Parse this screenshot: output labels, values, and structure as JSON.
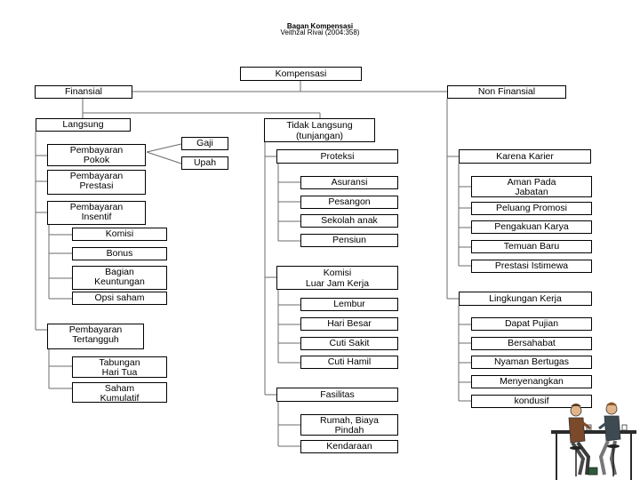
{
  "header": {
    "title": "Bagan Kompensasi",
    "subtitle": "Veithzal Rivai (2004:358)"
  },
  "nodes": {
    "kompensasi": "Kompensasi",
    "finansial": "Finansial",
    "non_finansial": "Non Finansial",
    "langsung": "Langsung",
    "tidak_langsung": "Tidak Langsung\n(tunjangan)",
    "pembayaran_pokok": "Pembayaran\nPokok",
    "gaji": "Gaji",
    "upah": "Upah",
    "pembayaran_prestasi": "Pembayaran\nPrestasi",
    "pembayaran_insentif": "Pembayaran\nInsentif",
    "komisi": "Komisi",
    "bonus": "Bonus",
    "bagian_keuntungan": "Bagian\nKeuntungan",
    "opsi_saham": "Opsi saham",
    "pembayaran_tertangguh": "Pembayaran\nTertangguh",
    "tabungan_hari_tua": "Tabungan\nHari Tua",
    "saham_kumulatif": "Saham\nKumulatif",
    "proteksi": "Proteksi",
    "asuransi": "Asuransi",
    "pesangon": "Pesangon",
    "sekolah_anak": "Sekolah anak",
    "pensiun": "Pensiun",
    "komisi_luar_jam": "Komisi\nLuar Jam Kerja",
    "lembur": "Lembur",
    "hari_besar": "Hari Besar",
    "cuti_sakit": "Cuti Sakit",
    "cuti_hamil": "Cuti Hamil",
    "fasilitas": "Fasilitas",
    "rumah_biaya_pindah": "Rumah, Biaya\nPindah",
    "kendaraan": "Kendaraan",
    "karena_karier": "Karena Karier",
    "aman_pada_jabatan": "Aman Pada\nJabatan",
    "peluang_promosi": "Peluang Promosi",
    "pengakuan_karya": "Pengakuan Karya",
    "temuan_baru": "Temuan Baru",
    "prestasi_istimewa": "Prestasi Istimewa",
    "lingkungan_kerja": "Lingkungan Kerja",
    "dapat_pujian": "Dapat Pujian",
    "bersahabat": "Bersahabat",
    "nyaman_bertugas": "Nyaman Bertugas",
    "menyenangkan": "Menyenangkan",
    "kondusif": "kondusif"
  },
  "illustration": {
    "icon": "two-people-at-bar-table-icon"
  }
}
